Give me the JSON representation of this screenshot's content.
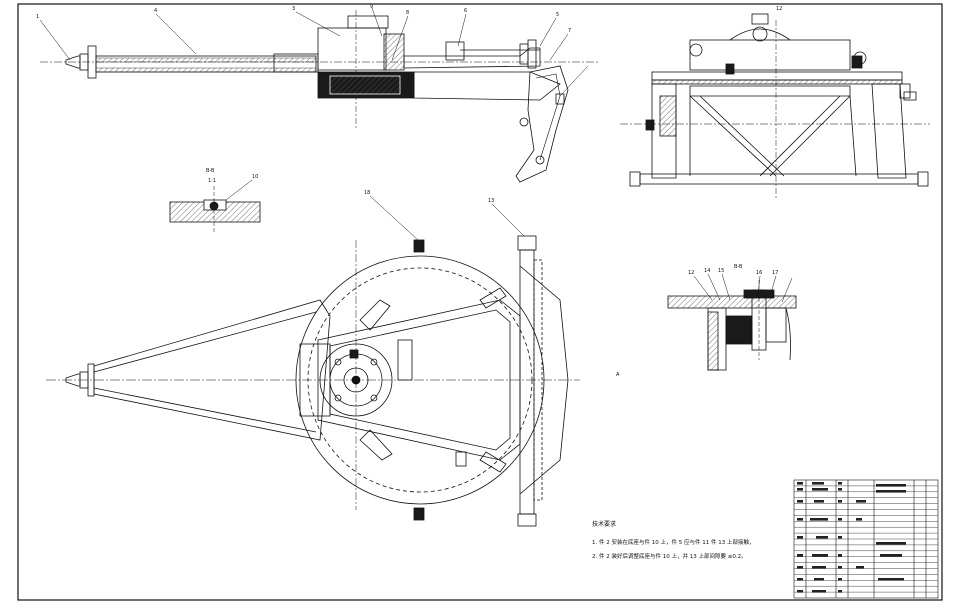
{
  "drawing": {
    "section_label_left": "B-B",
    "section_scale_left": "1:1",
    "section_label_right": "B-B",
    "view_marker_a": "A",
    "top_number": "12"
  },
  "callouts": {
    "c1": "1",
    "c4": "4",
    "c3": "3",
    "c9": "9",
    "c8": "8",
    "c6": "6",
    "c5": "5",
    "c7": "7",
    "c10": "10",
    "c18": "18",
    "c13": "13",
    "c12": "12",
    "c14": "14",
    "c15": "15",
    "c16": "16",
    "c17": "17"
  },
  "notes": {
    "title": "技术要求",
    "line1": "1. 件 2 安装在底座与件 10 上，件 5 应与件 11 件 13 上部接触，",
    "line2": "2. 件 2 装好后调整底座与件 10 上，并 13 上部间隙要 ≤0.2。"
  },
  "colors": {
    "ink": "#111111",
    "paper": "#ffffff",
    "fill_dark": "#1a1a1a",
    "hatch": "#555555"
  }
}
